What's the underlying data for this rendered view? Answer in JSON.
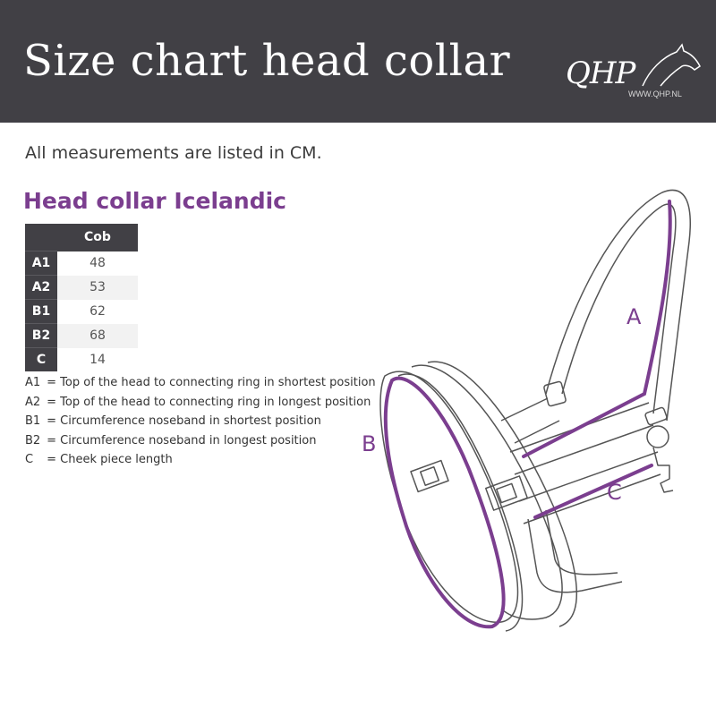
{
  "header": {
    "title": "Size chart head collar",
    "logo_text": "QHP",
    "logo_url": "WWW.QHP.NL"
  },
  "intro": "All measurements are listed in CM.",
  "section_title": "Head collar Icelandic",
  "table": {
    "column_header": "Cob",
    "rows": [
      {
        "label": "A1",
        "value": "48"
      },
      {
        "label": "A2",
        "value": "53"
      },
      {
        "label": "B1",
        "value": "62"
      },
      {
        "label": "B2",
        "value": "68"
      },
      {
        "label": "C",
        "value": "14"
      }
    ]
  },
  "legend": [
    {
      "code": "A1",
      "text": "= Top of the head to connecting ring in shortest position"
    },
    {
      "code": "A2",
      "text": "= Top of the head to connecting ring in longest position"
    },
    {
      "code": "B1",
      "text": "= Circumference noseband in shortest position"
    },
    {
      "code": "B2",
      "text": "= Circumference noseband in longest position"
    },
    {
      "code": "C",
      "text": "= Cheek piece length"
    }
  ],
  "diagram": {
    "label_a": "A",
    "label_b": "B",
    "label_c": "C"
  },
  "colors": {
    "header_bg": "#414045",
    "accent_purple": "#7b3e8f",
    "outline": "#555555"
  }
}
